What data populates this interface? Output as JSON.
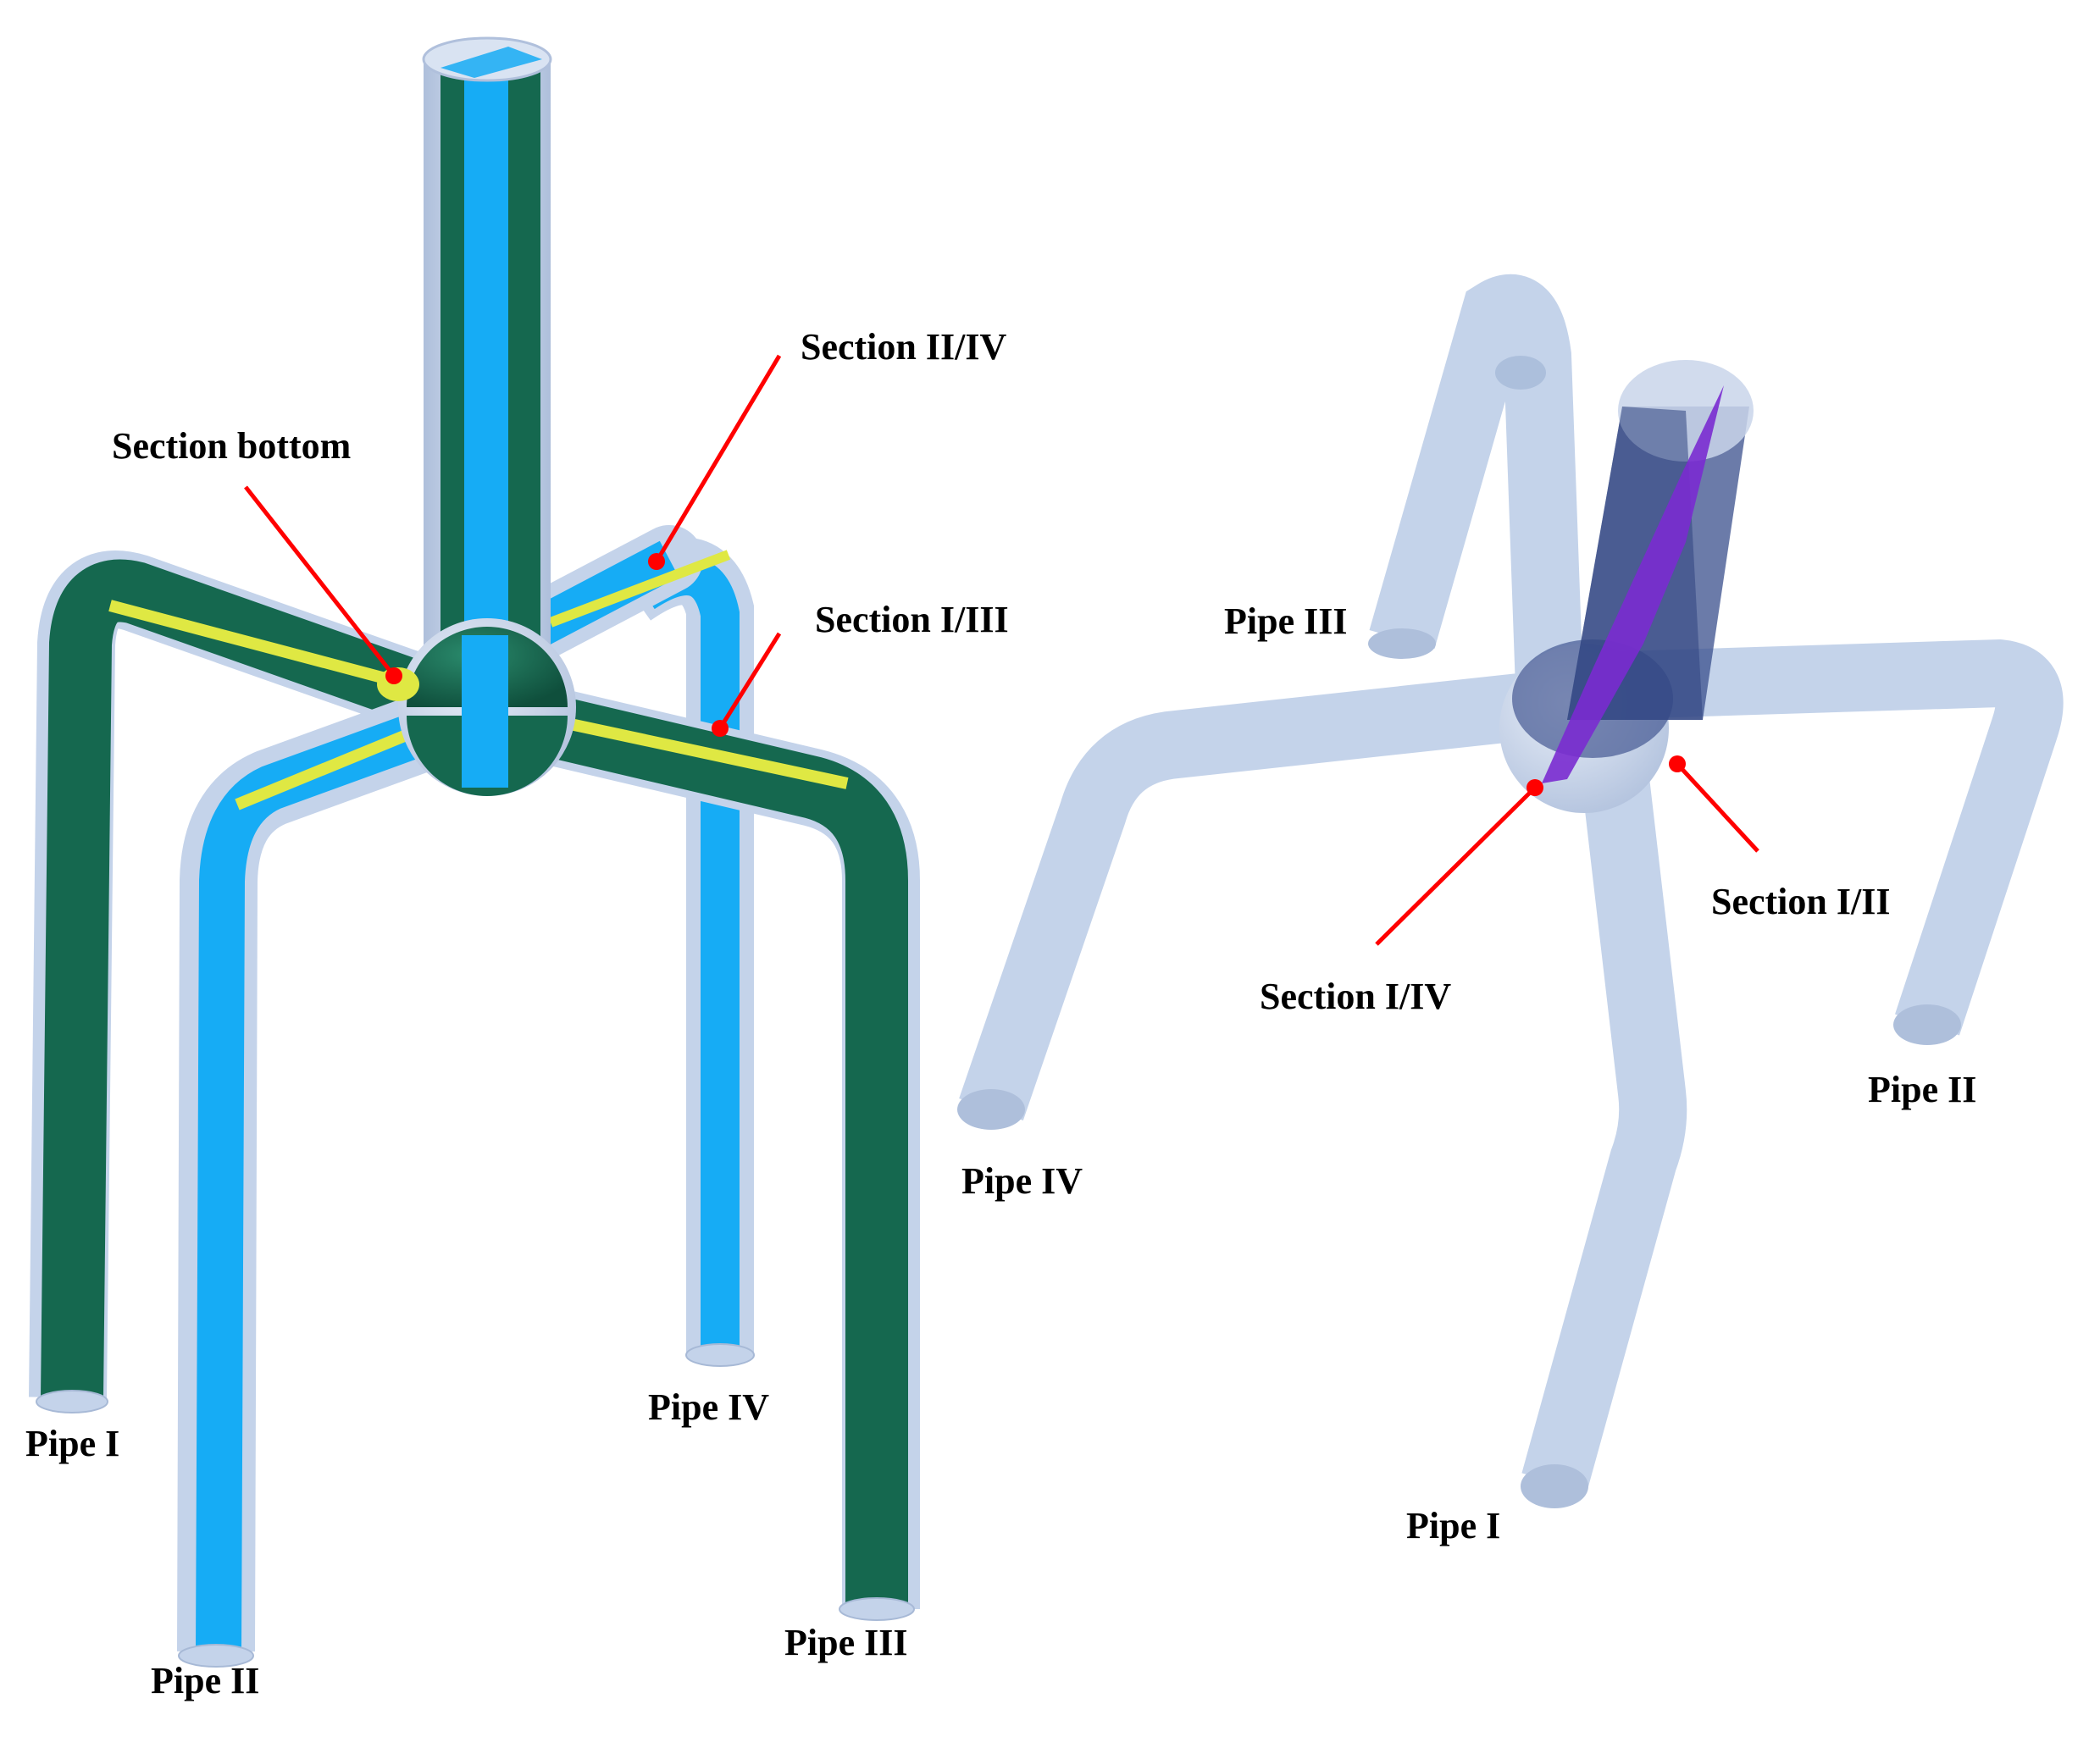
{
  "colors": {
    "pipe_shell": "#c4d3ea",
    "section_green": "#15684f",
    "section_blue": "#16acf5",
    "section_yellow": "#dfe843",
    "inner_dark_blue": "#3a4f8c",
    "section_purple": "#7a2bd0",
    "leader_red": "#ff0000"
  },
  "left_model": {
    "labels": {
      "pipe_1": "Pipe I",
      "pipe_2": "Pipe II",
      "pipe_3": "Pipe III",
      "pipe_4": "Pipe IV",
      "section_bottom": "Section bottom",
      "section_2_4": "Section II/IV",
      "section_1_3": "Section I/III"
    }
  },
  "right_model": {
    "labels": {
      "pipe_1": "Pipe I",
      "pipe_2": "Pipe II",
      "pipe_3": "Pipe III",
      "pipe_4": "Pipe IV",
      "section_1_2": "Section I/II",
      "section_1_4": "Section I/IV"
    }
  }
}
